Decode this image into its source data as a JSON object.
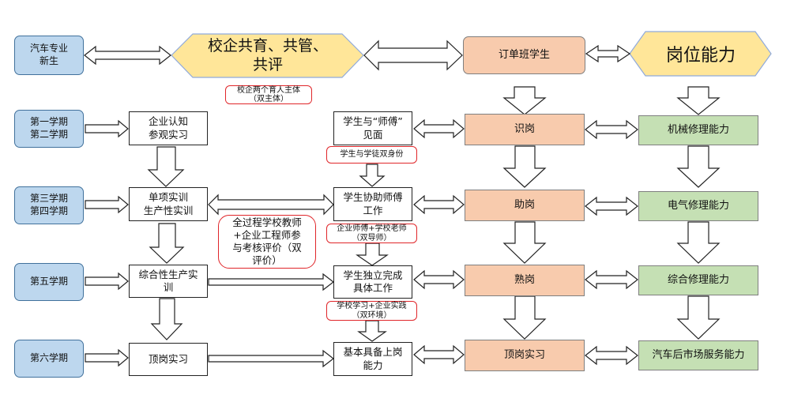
{
  "top": {
    "new_students": "汽车专业\n新生",
    "school_enterprise": "校企共育、共管、\n共评",
    "order_class_students": "订单班学生",
    "job_competence": "岗位能力",
    "dual_subject_note": "校企两个育人主体\n（双主体）"
  },
  "semesters": [
    "第一学期\n第二学期",
    "第三学期\n第四学期",
    "第五学期",
    "第六学期"
  ],
  "enterprise_training": [
    "企业认知\n参观实习",
    "单项实训\n生产性实训",
    "综合性生产实\n训",
    "顶岗实习"
  ],
  "student_progress": [
    "学生与“师傅”\n见面",
    "学生协助师傅\n工作",
    "学生独立完成\n具体工作",
    "基本具备上岗\n能力"
  ],
  "dual_notes": [
    "学生与学徒双身份",
    "企业师傅+学校老师\n（双导师）",
    "学校学习+企业实践\n（双环境）"
  ],
  "evaluation_note": "全过程学校教师\n+企业工程师参\n与考核评价（双\n评价）",
  "job_stages": [
    "识岗",
    "助岗",
    "熟岗",
    "顶岗实习"
  ],
  "abilities": [
    "机械修理能力",
    "电气修理能力",
    "综合修理能力",
    "汽车后市场服务能力"
  ],
  "colors": {
    "blue_fill": "#bdd7ee",
    "hexagon_fill": "#ffe699",
    "orange_fill": "#f8cbad",
    "green_fill": "#c5e0b4",
    "note_border": "#e0262a"
  }
}
